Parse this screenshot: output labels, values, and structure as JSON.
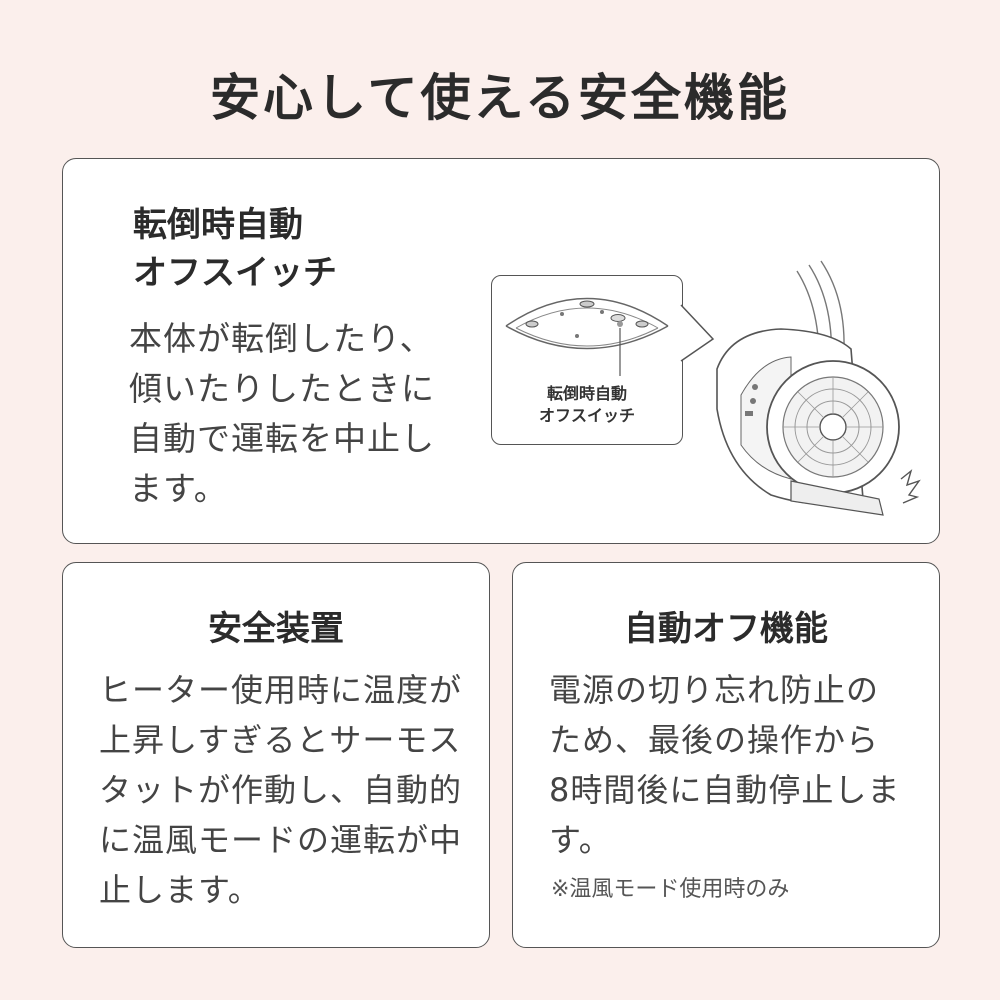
{
  "page": {
    "title": "安心して使える安全機能"
  },
  "tip_over_switch": {
    "heading_line1": "転倒時自動",
    "heading_line2": "オフスイッチ",
    "body_lines": [
      "本体が転倒したり、",
      "傾いたりしたときに",
      "自動で運転を中止し",
      "ます。"
    ],
    "callout_line1": "転倒時自動",
    "callout_line2": "オフスイッチ"
  },
  "safety_device": {
    "heading": "安全装置",
    "body_lines": [
      "ヒーター使用時に温度が",
      "上昇しすぎるとサーモス",
      "タットが作動し、自動的",
      "に温風モードの運転が中",
      "止します。"
    ]
  },
  "auto_off": {
    "heading": "自動オフ機能",
    "body_lines": [
      "電源の切り忘れ防止の",
      "ため、最後の操作から",
      "8時間後に自動停止しま",
      "す。"
    ],
    "note": "※温風モード使用時のみ"
  }
}
